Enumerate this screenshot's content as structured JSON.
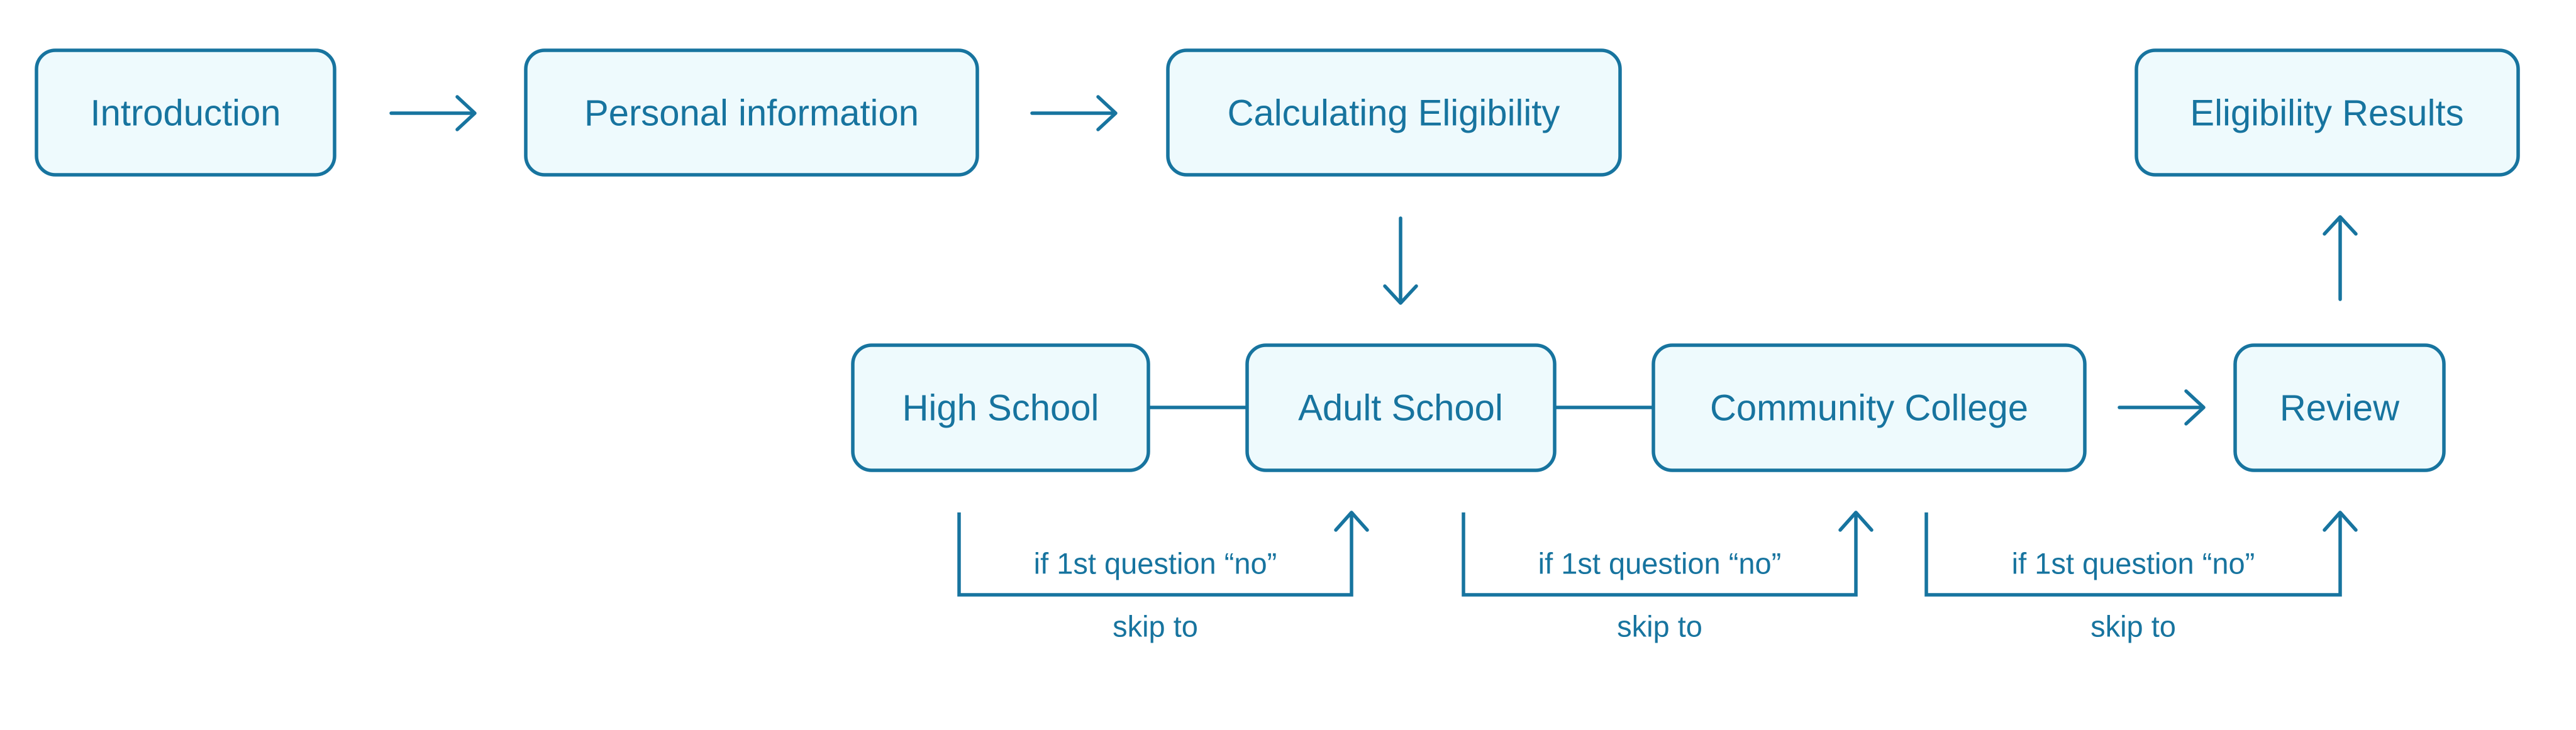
{
  "nodes": {
    "introduction": "Introduction",
    "personal_information": "Personal information",
    "calculating_eligibility": "Calculating Eligibility",
    "eligibility_results": "Eligibility Results",
    "high_school": "High School",
    "adult_school": "Adult School",
    "community_college": "Community College",
    "review": "Review"
  },
  "skip_rules": [
    {
      "condition": "if 1st question “no”",
      "action": "skip to"
    },
    {
      "condition": "if 1st question “no”",
      "action": "skip to"
    },
    {
      "condition": "if 1st question “no”",
      "action": "skip to"
    }
  ],
  "colors": {
    "primary": "#17749f",
    "node_fill": "#eefafd",
    "background": "#ffffff"
  }
}
